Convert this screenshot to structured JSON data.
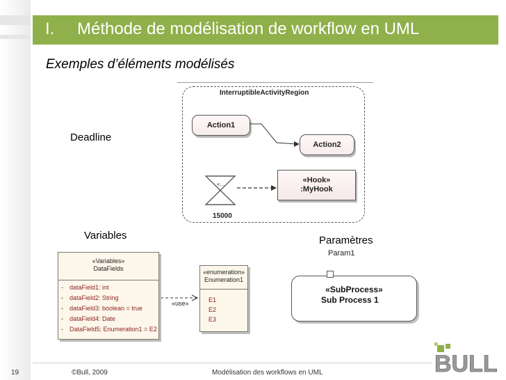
{
  "header": {
    "number": "I.",
    "title": "Méthode de modélisation de workflow en UML"
  },
  "subtitle": "Exemples d’éléments modélisés",
  "labels": {
    "deadline": "Deadline",
    "variables": "Variables",
    "parametres": "Paramètres"
  },
  "region": {
    "title": "InterruptibleActivityRegion",
    "action1": "Action1",
    "action2": "Action2",
    "hook_stereotype": "«Hook»",
    "hook_name": ":MyHook",
    "hourglass_label": "«...",
    "hourglass_value": "15000"
  },
  "variables_class": {
    "stereotype": "«Variables»",
    "name": "DataFields",
    "attributes": [
      {
        "vis": "-",
        "text": "dataField1:  int"
      },
      {
        "vis": "-",
        "text": "dataField2:  String"
      },
      {
        "vis": "-",
        "text": "dataField3:  boolean = true"
      },
      {
        "vis": "-",
        "text": "dataField4:  Date"
      },
      {
        "vis": "-",
        "text": "DataField5;  Enumeration1 = E2"
      }
    ],
    "use_label": "«use»"
  },
  "enumeration_class": {
    "stereotype": "«enumeration»",
    "name": "Enumeration1",
    "literals": [
      "E1",
      "E2",
      "E3"
    ]
  },
  "subprocess": {
    "param": "Param1",
    "stereotype": "«SubProcess»",
    "name": "Sub Process 1"
  },
  "footer": {
    "page": "19",
    "copyright": "©Bull, 2009",
    "title": "Modélisation des workflows en UML"
  },
  "logo": {
    "text": "BULL",
    "icon": "bull-logo"
  },
  "colors": {
    "title_bar": "#8fb04a",
    "logo_green": "#8fb04a",
    "logo_gray": "#9a9a9a"
  }
}
